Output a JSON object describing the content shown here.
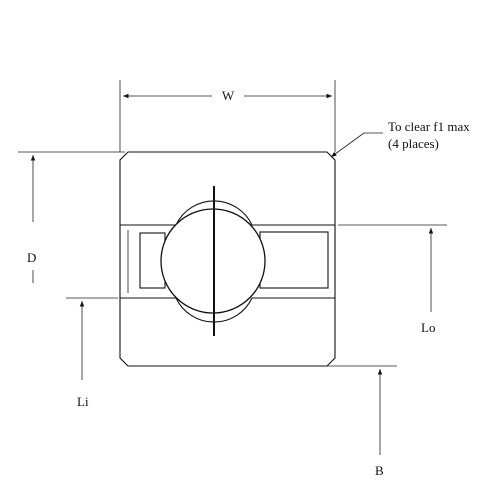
{
  "drawing": {
    "subject": "Thin-section bearing cross-section",
    "labels": {
      "width": "W",
      "depth": "D",
      "inner": "Li",
      "outer": "Lo",
      "bore": "B",
      "note_line1": "To clear f1 max",
      "note_line2": "(4 places)"
    },
    "colors": {
      "ink": "#111111",
      "background": "#ffffff"
    }
  }
}
